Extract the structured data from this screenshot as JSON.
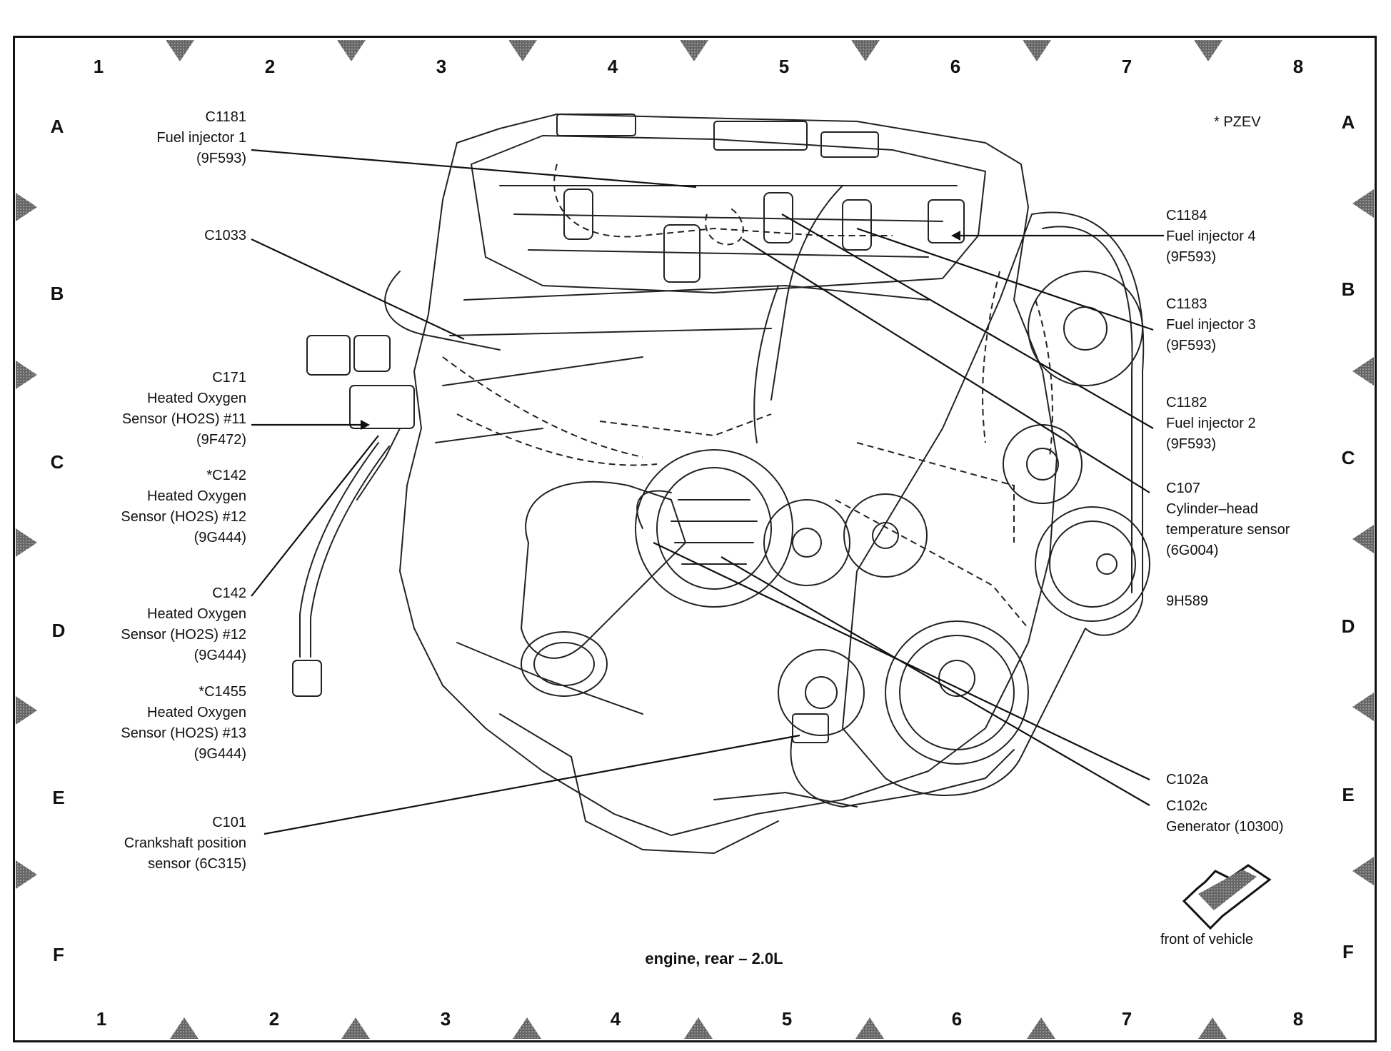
{
  "title": "engine, rear – 2.0L",
  "note": "* PZEV",
  "front_label": "front of vehicle",
  "grid": {
    "columns": [
      "1",
      "2",
      "3",
      "4",
      "5",
      "6",
      "7",
      "8"
    ],
    "rows": [
      "A",
      "B",
      "C",
      "D",
      "E",
      "F"
    ]
  },
  "left_callouts": [
    {
      "lines": [
        "C1181",
        "Fuel injector 1",
        "(9F593)"
      ]
    },
    {
      "lines": [
        "C1033"
      ]
    },
    {
      "lines": [
        "C171",
        "Heated Oxygen",
        "Sensor (HO2S) #11",
        "(9F472)"
      ]
    },
    {
      "lines": [
        "*C142",
        "Heated Oxygen",
        "Sensor (HO2S) #12",
        "(9G444)"
      ]
    },
    {
      "lines": [
        "C142",
        "Heated Oxygen",
        "Sensor (HO2S) #12",
        "(9G444)"
      ]
    },
    {
      "lines": [
        "*C1455",
        "Heated Oxygen",
        "Sensor (HO2S) #13",
        "(9G444)"
      ]
    },
    {
      "lines": [
        "C101",
        "Crankshaft position",
        "sensor (6C315)"
      ]
    }
  ],
  "right_callouts": [
    {
      "lines": [
        "C1184",
        "Fuel injector 4",
        "(9F593)"
      ]
    },
    {
      "lines": [
        "C1183",
        "Fuel injector 3",
        "(9F593)"
      ]
    },
    {
      "lines": [
        "C1182",
        "Fuel injector 2",
        "(9F593)"
      ]
    },
    {
      "lines": [
        "C107",
        "Cylinder–head",
        "temperature sensor",
        "(6G004)"
      ]
    },
    {
      "lines": [
        "9H589"
      ]
    },
    {
      "lines": [
        "C102a"
      ]
    },
    {
      "lines": [
        "C102c",
        "Generator (10300)"
      ]
    }
  ]
}
